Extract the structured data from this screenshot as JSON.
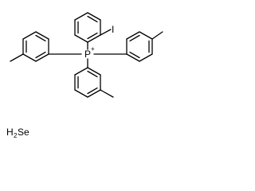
{
  "molecule": {
    "phosphorus": {
      "symbol": "P",
      "charge": "+"
    },
    "iodine": {
      "symbol": "I"
    },
    "counterpart": {
      "prefix": "H",
      "count": "2",
      "element": "Se"
    }
  }
}
